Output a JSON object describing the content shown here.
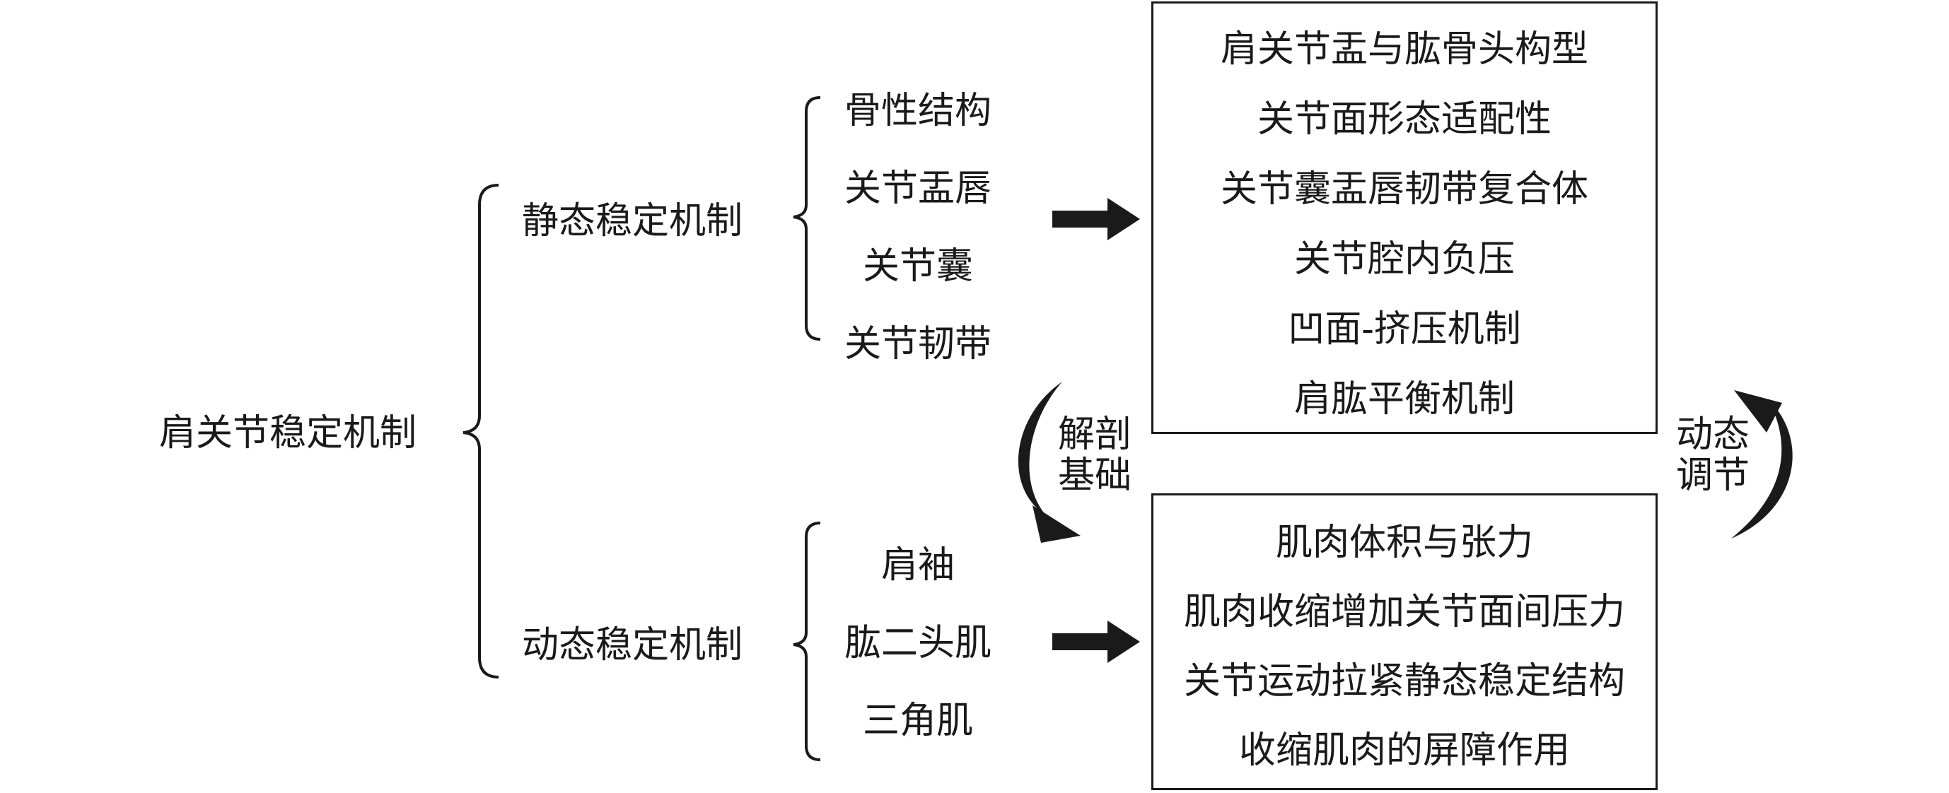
{
  "root": "肩关节稳定机制",
  "static": {
    "label": "静态稳定机制",
    "items": [
      "骨性结构",
      "关节盂唇",
      "关节囊",
      "关节韧带"
    ],
    "box": [
      "肩关节盂与肱骨头构型",
      "关节面形态适配性",
      "关节囊盂唇韧带复合体",
      "关节腔内负压",
      "凹面-挤压机制",
      "肩肱平衡机制"
    ]
  },
  "dynamic": {
    "label": "动态稳定机制",
    "items": [
      "肩袖",
      "肱二头肌",
      "三角肌"
    ],
    "box": [
      "肌肉体积与张力",
      "肌肉收缩增加关节面间压力",
      "关节运动拉紧静态稳定结构",
      "收缩肌肉的屏障作用"
    ]
  },
  "cycle_left": [
    "解剖",
    "基础"
  ],
  "cycle_right": [
    "动态",
    "调节"
  ]
}
